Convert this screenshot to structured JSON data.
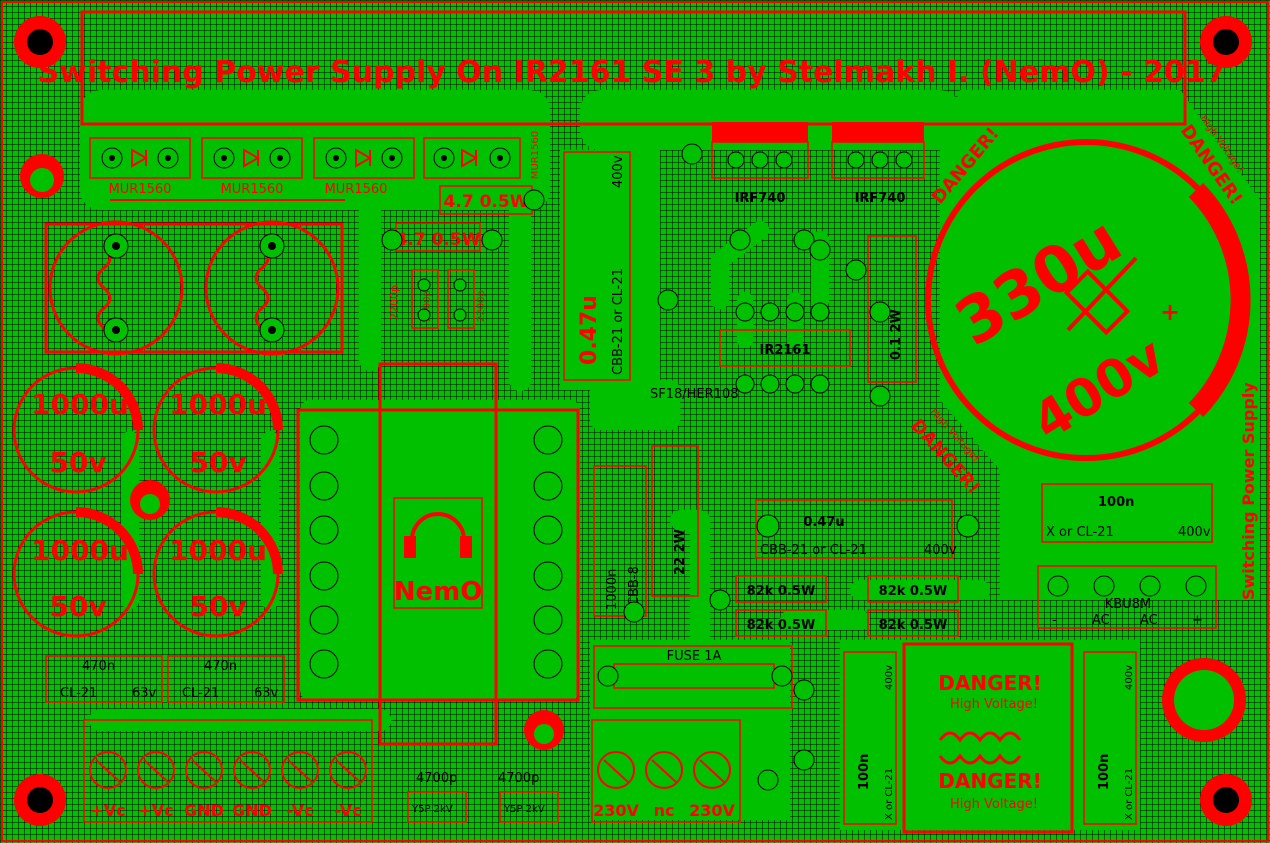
{
  "title": "Switching Power Supply On IR2161 SE 3 by Stelmakh I. (NemO) - 2017",
  "side_text": "Switching Power Supply",
  "brand": "NemO",
  "diodes": [
    "MUR1560",
    "MUR1560",
    "MUR1560",
    "MUR1560"
  ],
  "resistors_top": [
    "4.7 0.5W",
    "4.7 0.5W"
  ],
  "caps_small_top": [
    "2200p",
    "2200p",
    "2200p"
  ],
  "transistors": [
    "IRF740",
    "IRF740"
  ],
  "ic_label": "IR2161",
  "diode_small": "SF18/HER108",
  "cap_047_left": {
    "value": "0.47u",
    "type": "CBB-21 or CL-21",
    "voltage": "400v"
  },
  "cap_047_mid": {
    "value": "0.47u",
    "type": "CBB-21 or CL-21",
    "voltage": "400v"
  },
  "res_2w_right": "0.1 2W",
  "res_2w_mid": "22 2W",
  "big_cap": {
    "value": "330u",
    "voltage": "400v"
  },
  "danger": "DANGER!",
  "high_voltage": "High Voltage!",
  "electrolytics": [
    {
      "value": "1000u",
      "voltage": "50v"
    },
    {
      "value": "1000u",
      "voltage": "50v"
    },
    {
      "value": "1000u",
      "voltage": "50v"
    },
    {
      "value": "1000u",
      "voltage": "50v"
    }
  ],
  "film_caps_bottom_left": [
    {
      "value": "470n",
      "type": "CL-21",
      "voltage": "63v"
    },
    {
      "value": "470n",
      "type": "CL-21",
      "voltage": "63v"
    }
  ],
  "output_terminals": [
    "+Vc",
    "+Vc",
    "GND",
    "GND",
    "-Vc",
    "-Vc"
  ],
  "input_terminals": [
    "230V",
    "nc",
    "230V"
  ],
  "caps_4700": [
    "4700p",
    "4700p"
  ],
  "y_caps": [
    "Y5P 2kV",
    "Y5P 2kV"
  ],
  "fuse": "FUSE 1A",
  "resistors_82k": [
    "82k 0.5W",
    "82k 0.5W",
    "82k 0.5W",
    "82k 0.5W"
  ],
  "bridge": {
    "name": "KBU8M",
    "pins": [
      "-",
      "AC",
      "AC",
      "+"
    ]
  },
  "cap_100n_right": {
    "value": "100n",
    "type": "X or CL-21",
    "voltage": "400v"
  },
  "cap_100n_bottom": [
    {
      "value": "100n",
      "type": "X or CL-21",
      "voltage": "400v"
    },
    {
      "value": "100n",
      "type": "X or CL-21",
      "voltage": "400v"
    }
  ],
  "cap_cbb8": {
    "value": "1000n",
    "type": "CBB-8"
  },
  "colors": {
    "copper": "#00c000",
    "silkscreen": "#ff0000",
    "substrate": "#000000"
  }
}
